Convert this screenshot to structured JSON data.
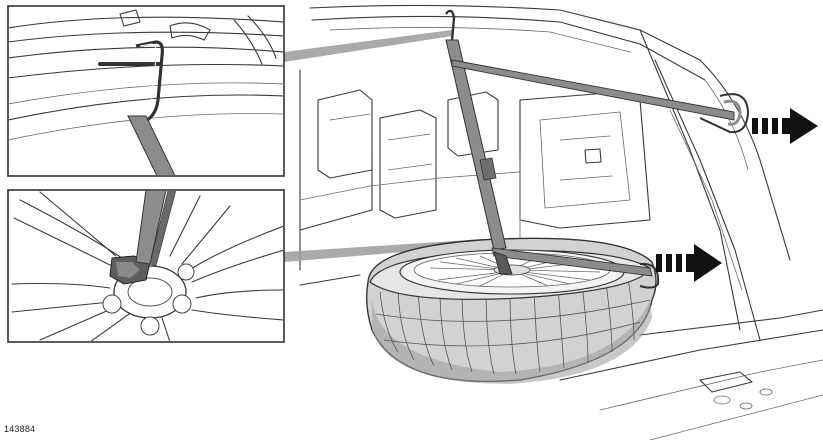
{
  "figure": {
    "reference_code": "143884",
    "colors": {
      "outline": "#3a3a3a",
      "strap": "#8c8c8c",
      "tyre": "#d2d2d2",
      "tyre_dark": "#9a9a9a",
      "arrow": "#111111",
      "leader": "#9b9b9b"
    },
    "icons": [
      "pull-arrow-icon",
      "pull-arrow-icon"
    ],
    "panels": [
      "inset-top-hook-detail",
      "inset-bottom-wheel-hook-detail",
      "main-cargo-spare-wheel-scene"
    ]
  }
}
